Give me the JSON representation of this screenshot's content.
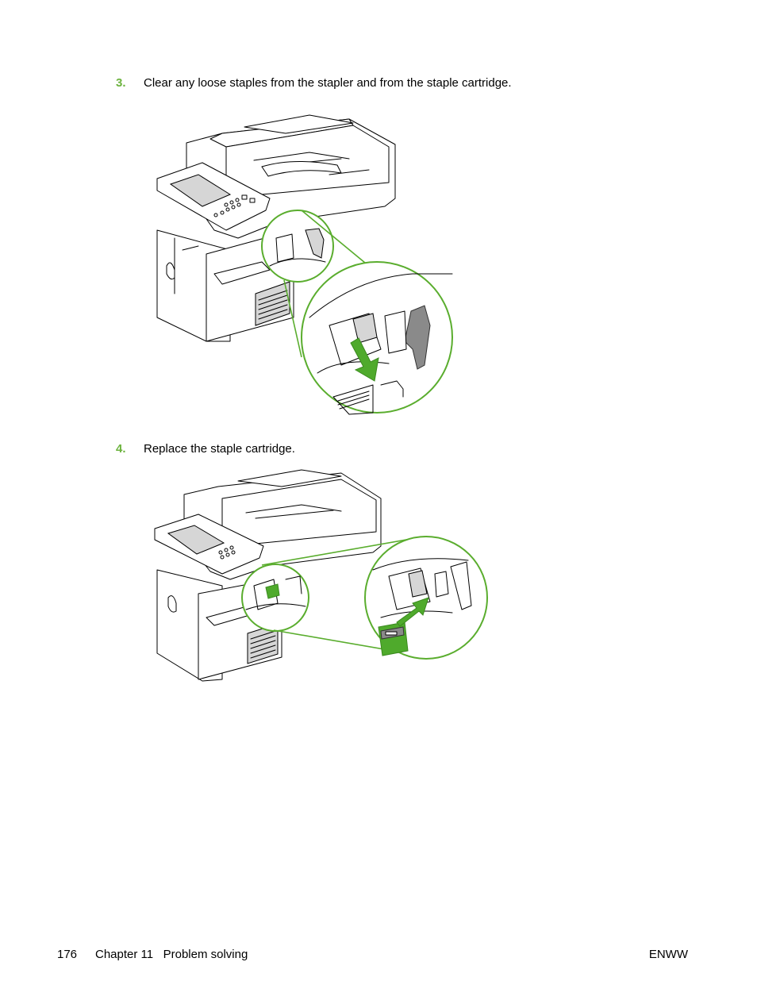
{
  "steps": [
    {
      "number": "3.",
      "text": "Clear any loose staples from the stapler and from the staple cartridge."
    },
    {
      "number": "4.",
      "text": "Replace the staple cartridge."
    }
  ],
  "figures": [
    {
      "illustration": "printer-stapler-clear-loose-staples"
    },
    {
      "illustration": "printer-stapler-replace-cartridge"
    }
  ],
  "footer": {
    "page_number": "176",
    "chapter": "Chapter 11   Problem solving",
    "doc_code": "ENWW"
  },
  "colors": {
    "step_number": "#6cb33e",
    "callout_green": "#5aad2e",
    "arrow_green": "#4faa2c"
  }
}
